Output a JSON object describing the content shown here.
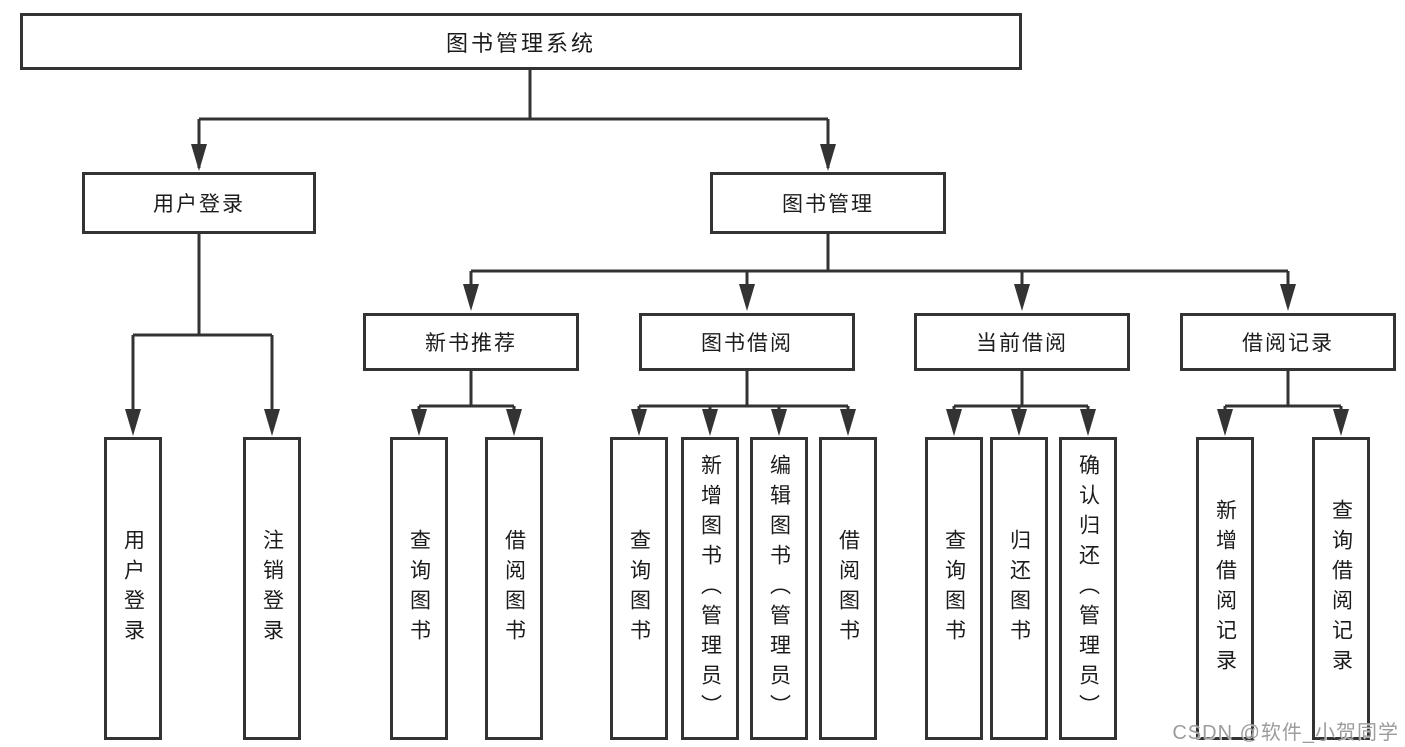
{
  "diagram": {
    "root": {
      "label": "图书管理系统"
    },
    "branches": [
      {
        "label": "用户登录",
        "children": [
          {
            "label": "用户登录"
          },
          {
            "label": "注销登录"
          }
        ]
      },
      {
        "label": "图书管理",
        "children": [
          {
            "label": "新书推荐",
            "children": [
              {
                "label": "查询图书"
              },
              {
                "label": "借阅图书"
              }
            ]
          },
          {
            "label": "图书借阅",
            "children": [
              {
                "label": "查询图书"
              },
              {
                "label": "新增图书（管理员）"
              },
              {
                "label": "编辑图书（管理员）"
              },
              {
                "label": "借阅图书"
              }
            ]
          },
          {
            "label": "当前借阅",
            "children": [
              {
                "label": "查询图书"
              },
              {
                "label": "归还图书"
              },
              {
                "label": "确认归还（管理员）"
              }
            ]
          },
          {
            "label": "借阅记录",
            "children": [
              {
                "label": "新增借阅记录"
              },
              {
                "label": "查询借阅记录"
              }
            ]
          }
        ]
      }
    ]
  },
  "watermark": {
    "text": "CSDN @软件_小贺同学"
  },
  "colors": {
    "line": "#333333",
    "box_border": "#333333",
    "background": "#ffffff",
    "text": "#1c1c1c",
    "watermark": "#9c9c9c"
  }
}
